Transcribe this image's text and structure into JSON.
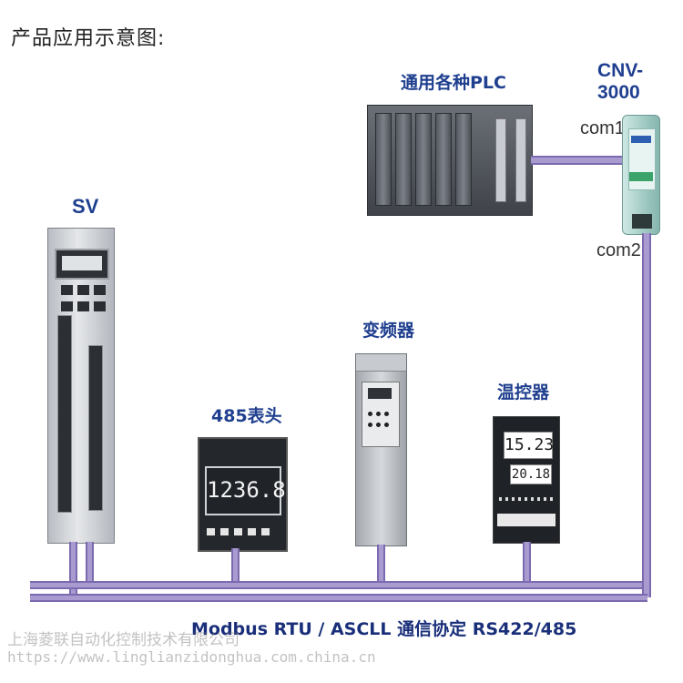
{
  "page": {
    "title": "产品应用示意图:",
    "protocol": "Modbus RTU / ASCLL 通信协定 RS422/485",
    "watermark_line1": "上海菱联自动化控制技术有限公司",
    "watermark_line2": "https://www.linglianzidonghua.com.china.cn"
  },
  "devices": {
    "plc": {
      "label": "通用各种PLC"
    },
    "cnv": {
      "label": "CNV-3000",
      "port1": "com1",
      "port2": "com2"
    },
    "sv": {
      "label": "SV"
    },
    "meter": {
      "label": "485表头",
      "display": "1236.8"
    },
    "inverter": {
      "label": "变频器"
    },
    "temp": {
      "label": "温控器",
      "pv": "15.23",
      "sv": "20.18"
    }
  },
  "colors": {
    "bus": "#a99bd0",
    "label": "#1f3f8f"
  }
}
